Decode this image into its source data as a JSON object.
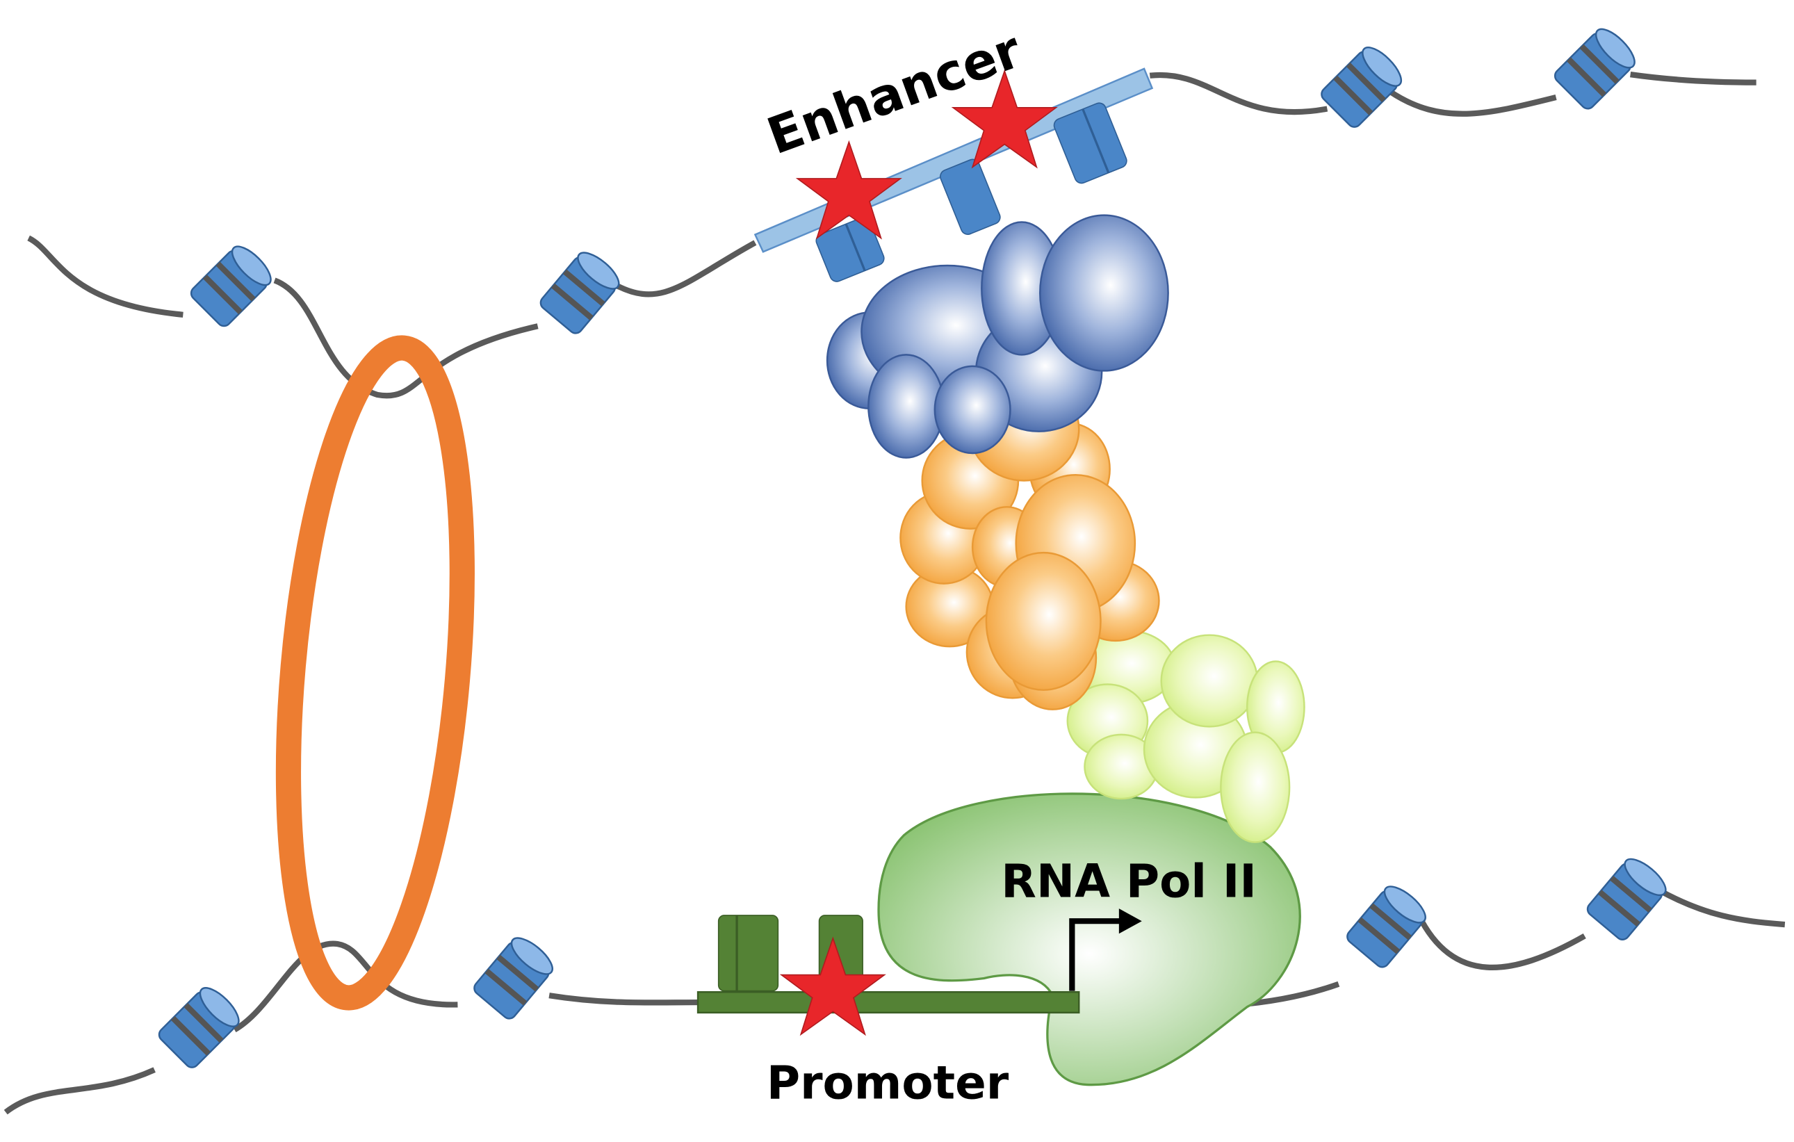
{
  "labels": {
    "enhancer": "Enhancer",
    "promoter": "Promoter",
    "rna_pol": "RNA Pol II"
  },
  "colors": {
    "dna_strand": "#5a5a5a",
    "nucleosome": "#4a86c8",
    "enhancer_bar": "#9cc3e6",
    "promoter_bar": "#548235",
    "cohesin_ring": "#ed7d31",
    "star": "#e8262a",
    "mediator_blue": "#4a6fb0",
    "mediator_orange": "#f5a742",
    "mediator_lime": "#d6f08a",
    "pol_ii": "#8cc474"
  },
  "icons": {
    "star": "star-icon",
    "tss_arrow": "arrow-right-icon"
  }
}
